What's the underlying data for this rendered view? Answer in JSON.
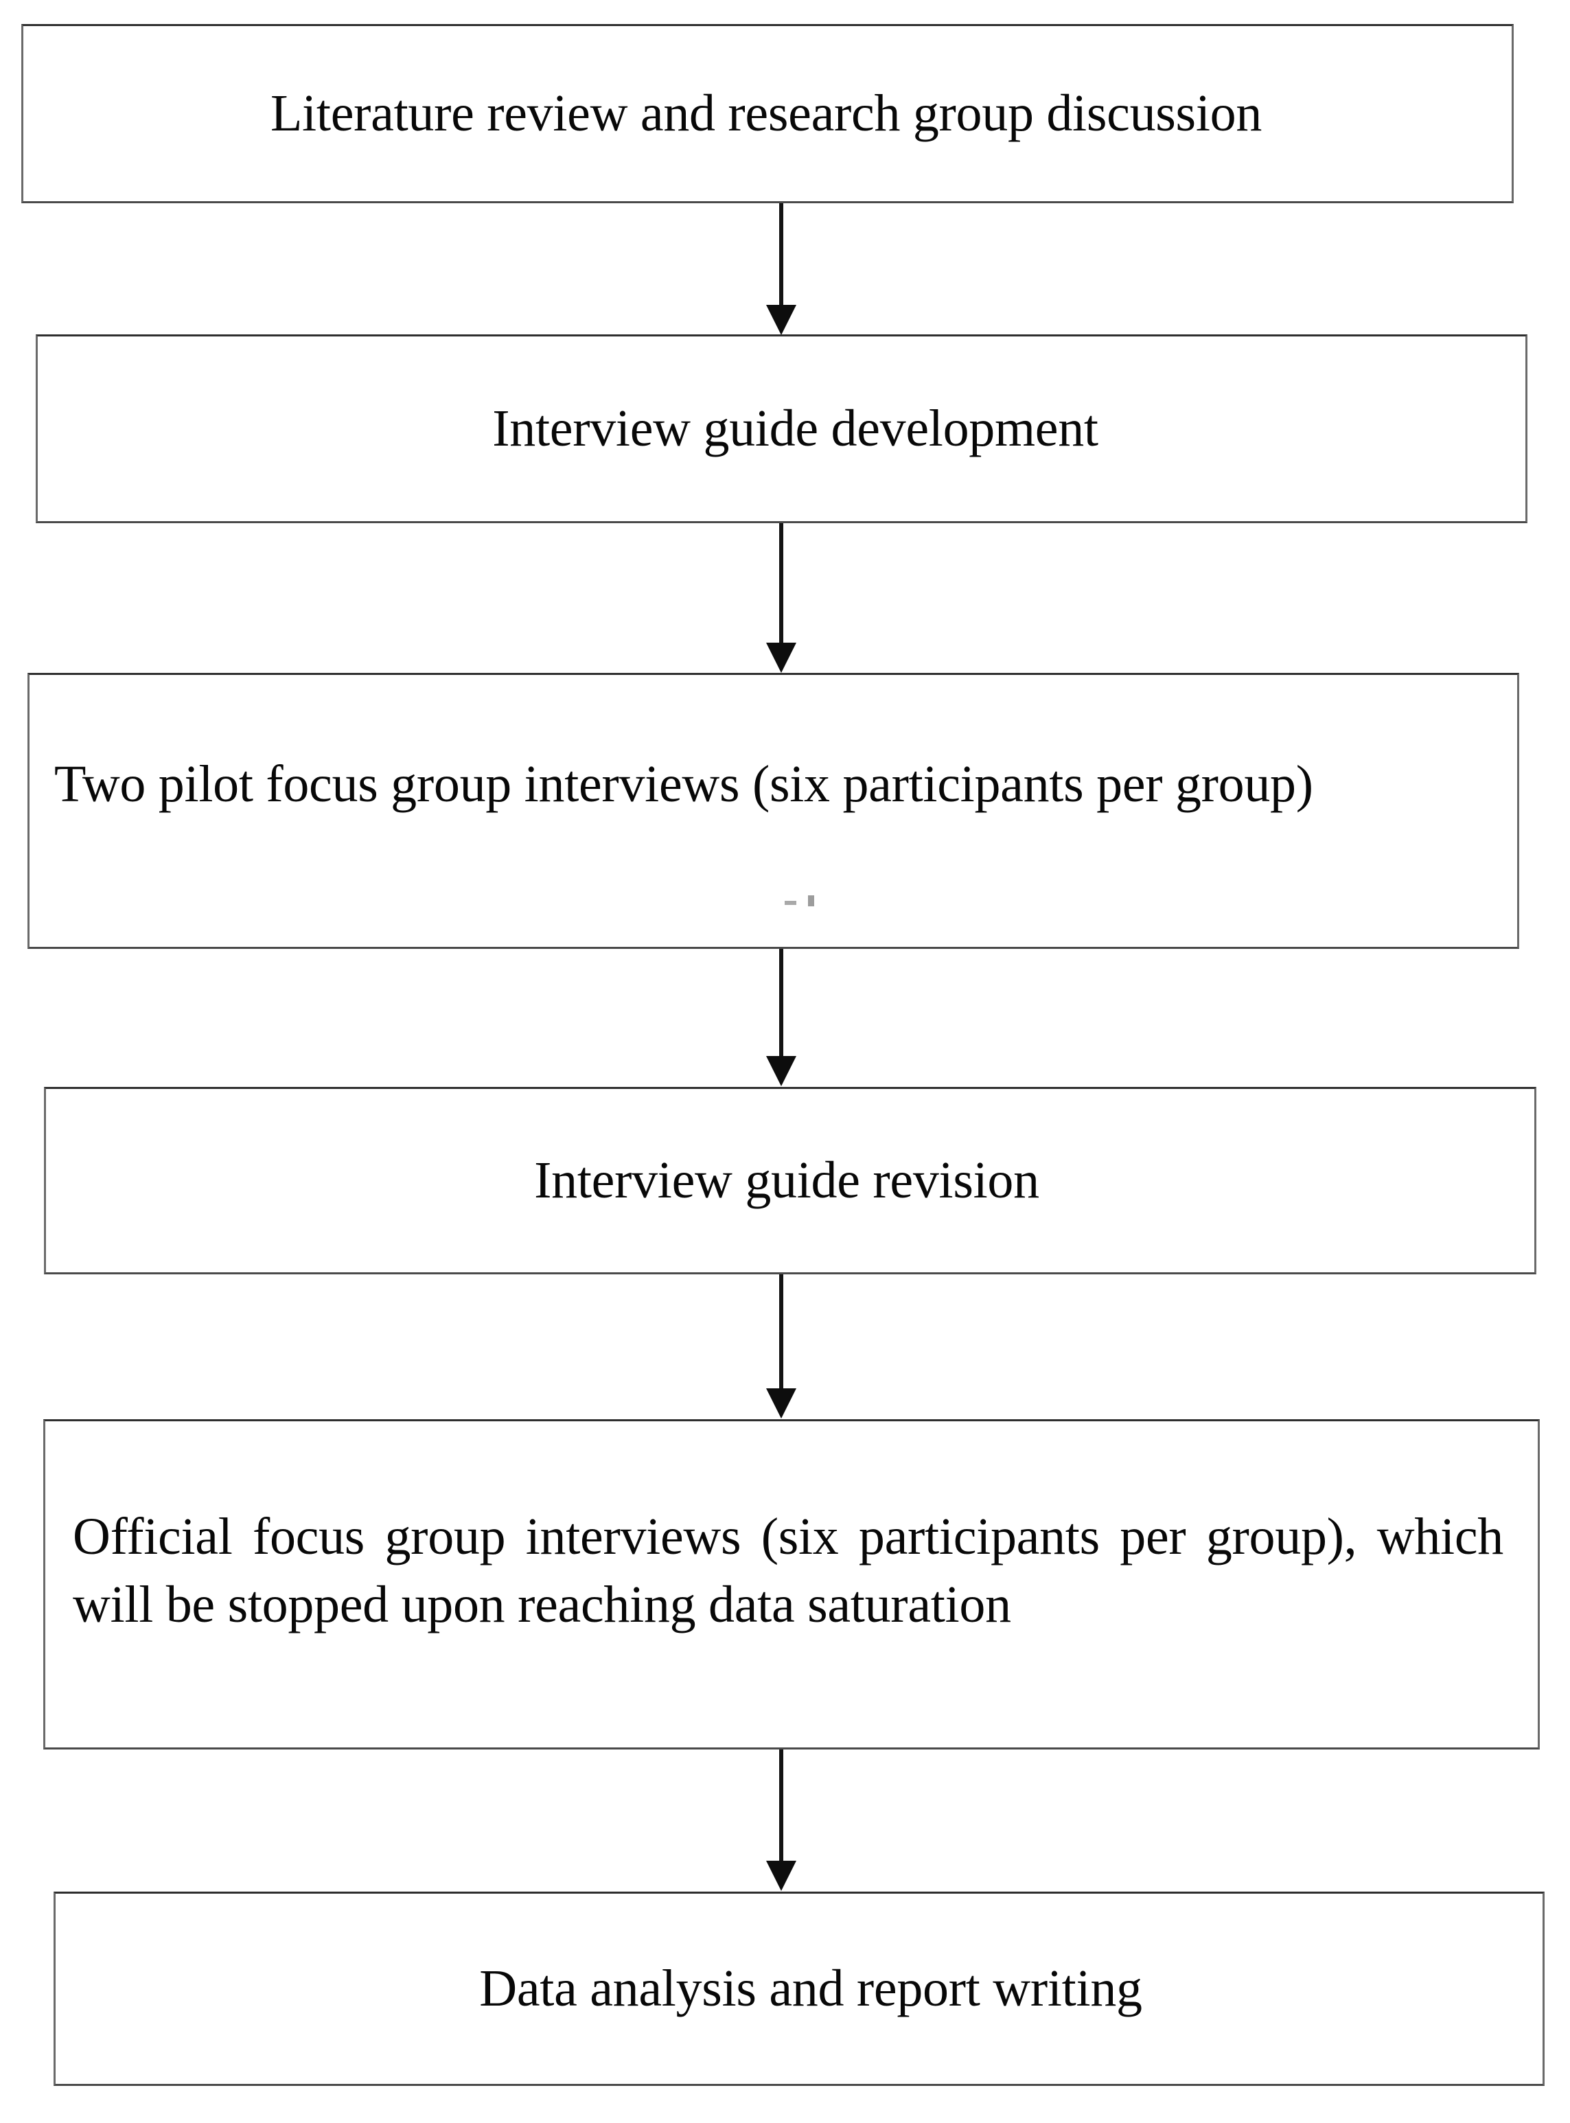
{
  "diagram": {
    "title": "Qualitative study procedure flowchart",
    "orientation": "vertical top-to-bottom",
    "node_count": 6,
    "connector_count": 5,
    "colors": {
      "box_border": "#6a6a6a",
      "box_fill": "#ffffff",
      "text": "#080808",
      "arrow": "#0d0d0d",
      "background": "#ffffff"
    },
    "nodes": [
      {
        "id": "node-1",
        "order": 1,
        "text": "Literature review and research group discussion",
        "align": "center"
      },
      {
        "id": "node-2",
        "order": 2,
        "text": "Interview guide development",
        "align": "center"
      },
      {
        "id": "node-3",
        "order": 3,
        "text": "Two pilot focus group interviews (six participants per group)",
        "align": "justify"
      },
      {
        "id": "node-4",
        "order": 4,
        "text": "Interview guide revision",
        "align": "center"
      },
      {
        "id": "node-5",
        "order": 5,
        "text": "Official focus group interviews (six participants per group), which will be stopped upon reaching data saturation",
        "align": "justify"
      },
      {
        "id": "node-6",
        "order": 6,
        "text": "Data analysis and report writing",
        "align": "center"
      }
    ],
    "connectors": [
      {
        "id": "connector-1",
        "from": "node-1",
        "to": "node-2",
        "direction": "down",
        "label": ""
      },
      {
        "id": "connector-2",
        "from": "node-2",
        "to": "node-3",
        "direction": "down",
        "label": ""
      },
      {
        "id": "connector-3",
        "from": "node-3",
        "to": "node-4",
        "direction": "down",
        "label": ""
      },
      {
        "id": "connector-4",
        "from": "node-4",
        "to": "node-5",
        "direction": "down",
        "label": ""
      },
      {
        "id": "connector-5",
        "from": "node-5",
        "to": "node-6",
        "direction": "down",
        "label": ""
      }
    ]
  }
}
